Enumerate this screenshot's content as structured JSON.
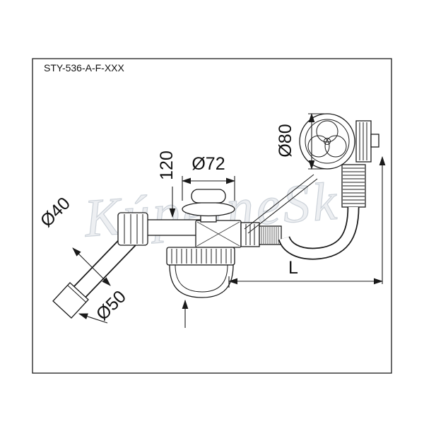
{
  "colors": {
    "background": "#ffffff",
    "line": "#1a1a1a",
    "watermark_fill": "#edeff2",
    "watermark_stroke": "#ccd2d9"
  },
  "drawing": {
    "part_code": "STY-536-A-F-XXX",
    "watermark": "KúpelneSk"
  },
  "dimensions": {
    "inlet_pipe_diameter": "Ø40",
    "inlet_cuff_diameter": "Ø50",
    "plug_flange_diameter": "Ø72",
    "overflow_cap_diameter": "Ø80",
    "drain_height": "120",
    "overflow_length": "L"
  }
}
